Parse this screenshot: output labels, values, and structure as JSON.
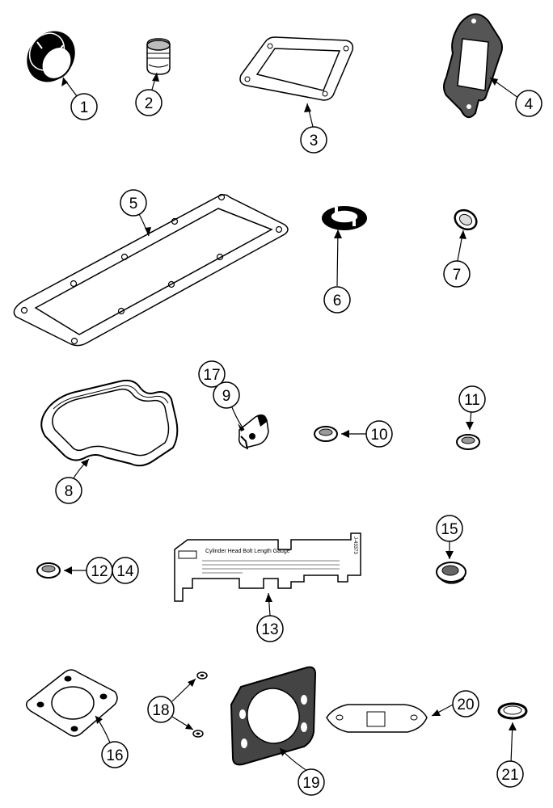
{
  "callouts": [
    {
      "id": "c1",
      "label": "1"
    },
    {
      "id": "c2",
      "label": "2"
    },
    {
      "id": "c3",
      "label": "3"
    },
    {
      "id": "c4",
      "label": "4"
    },
    {
      "id": "c5",
      "label": "5"
    },
    {
      "id": "c6",
      "label": "6"
    },
    {
      "id": "c7",
      "label": "7"
    },
    {
      "id": "c8",
      "label": "8"
    },
    {
      "id": "c9",
      "label": "9"
    },
    {
      "id": "c10",
      "label": "10"
    },
    {
      "id": "c11",
      "label": "11"
    },
    {
      "id": "c12",
      "label": "12"
    },
    {
      "id": "c13",
      "label": "13"
    },
    {
      "id": "c14",
      "label": "14"
    },
    {
      "id": "c15",
      "label": "15"
    },
    {
      "id": "c16",
      "label": "16"
    },
    {
      "id": "c17",
      "label": "17"
    },
    {
      "id": "c18",
      "label": "18"
    },
    {
      "id": "c19",
      "label": "19"
    },
    {
      "id": "c20",
      "label": "20"
    },
    {
      "id": "c21",
      "label": "21"
    }
  ],
  "gauge": {
    "title": "Cylinder Head Bolt Length Gauge",
    "part_number": "J-43373"
  }
}
